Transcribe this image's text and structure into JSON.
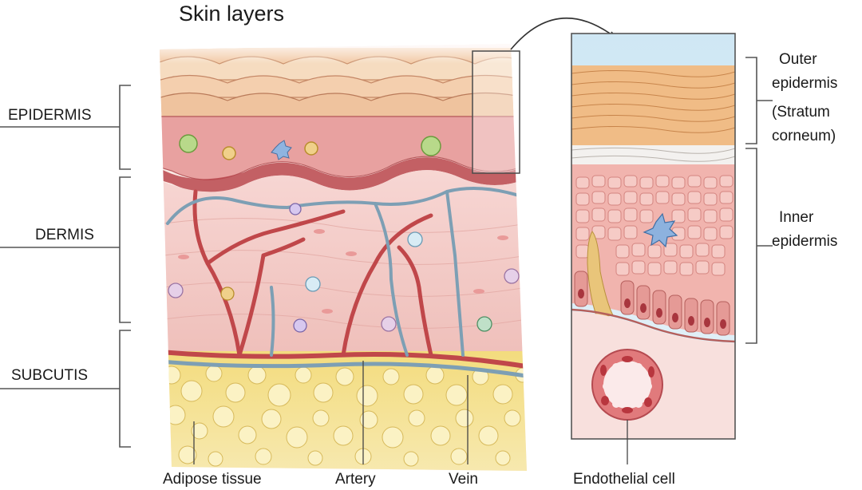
{
  "title": "Skin layers",
  "left_labels": {
    "epidermis": "EPIDERMIS",
    "dermis": "DERMIS",
    "subcutis": "SUBCUTIS"
  },
  "bottom_labels": {
    "adipose": "Adipose tissue",
    "artery": "Artery",
    "vein": "Vein",
    "endothelial": "Endothelial cell"
  },
  "right_labels": {
    "outer_1": "Outer",
    "outer_2": "epidermis",
    "outer_3": "(Stratum",
    "outer_4": "corneum)",
    "inner_1": "Inner",
    "inner_2": "epidermis"
  },
  "colors": {
    "stratum": "#f2c9a4",
    "epidermis_pink": "#e79a9a",
    "dermis": "#f6d4d2",
    "artery": "#c0474a",
    "vein": "#7d9fb4",
    "fat": "#f4e08a",
    "inset_bg": "#d9ecf6"
  }
}
